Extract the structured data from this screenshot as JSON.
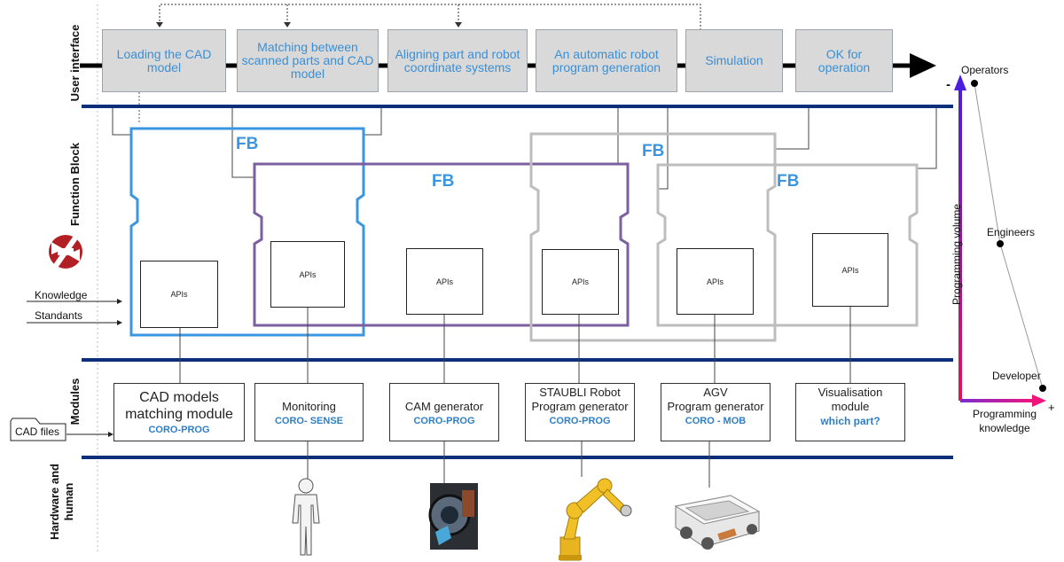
{
  "row_labels": {
    "user_interface": "User interface",
    "function_block": "Function Block",
    "modules": "Modules",
    "hardware_human": "Hardware and human"
  },
  "ui_steps": [
    "Loading the CAD model",
    "Matching between scanned parts and CAD model",
    "Aligning part and robot coordinate systems",
    "An automatic robot program generation",
    "Simulation",
    "OK for operation"
  ],
  "fb_labels": [
    "FB",
    "FB",
    "FB",
    "FB"
  ],
  "apis_label": "APIs",
  "inputs": {
    "knowledge": "Knowledge",
    "standants": "Standants"
  },
  "modules": [
    {
      "line1": "CAD models",
      "line2": "matching module",
      "tag": "CORO-PROG"
    },
    {
      "line1": "Monitoring",
      "line2": "",
      "tag": "CORO- SENSE"
    },
    {
      "line1": "CAM generator",
      "line2": "",
      "tag": "CORO-PROG"
    },
    {
      "line1": "STAUBLI Robot",
      "line2": "Program generator",
      "tag": "CORO-PROG"
    },
    {
      "line1": "AGV",
      "line2": "Program generator",
      "tag": "CORO - MOB"
    },
    {
      "line1": "Visualisation",
      "line2": "module",
      "tag": "which part?"
    }
  ],
  "cad_files": "CAD files",
  "axes": {
    "programming_volume": "Programming volume",
    "programming_knowledge": "Programming knowledge",
    "minus": "-",
    "plus": "+",
    "points": [
      "Operators",
      "Engineers",
      "Developer"
    ]
  },
  "colors": {
    "ui_box_fill": "#d9d9d9",
    "ui_text": "#3b8fd6",
    "divider": "#0d2e7a",
    "fb_blue": "#3a96e0",
    "fb_purple": "#7b5fa0",
    "fb_gray": "#bdbdbd",
    "logo_red": "#b21f24"
  },
  "icons": [
    "operator-figure-icon",
    "cam-machine-image",
    "staubli-robot-arm-image",
    "agv-robot-image",
    "company-logo-icon"
  ]
}
